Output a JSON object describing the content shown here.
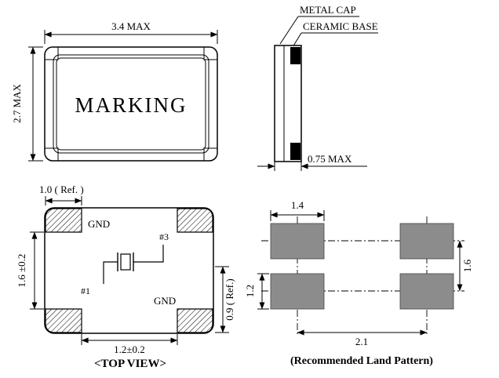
{
  "top_view_drawing": {
    "marking_label": "MARKING",
    "width_dim": "3.4 MAX",
    "height_dim": "2.7 MAX"
  },
  "side_view_drawing": {
    "metal_cap_label": "METAL CAP",
    "ceramic_base_label": "CERAMIC BASE",
    "thickness_dim": "0.75 MAX"
  },
  "pad_layout_drawing": {
    "gnd_top_label": "GND",
    "pin3_label": "#3",
    "pin1_label": "#1",
    "gnd_bottom_label": "GND",
    "pad_width_dim": "1.0 ( Ref. )",
    "pad_pitch_vertical_dim": "1.6 ±0.2",
    "pad_pitch_horizontal_dim": "1.2±0.2",
    "pad_ref_dim": "0.9 ( Ref.)",
    "caption": "<TOP VIEW>"
  },
  "land_pattern_drawing": {
    "pad_width_dim": "1.4",
    "row_pitch_dim": "1.6",
    "pad_height_dim": "1.2",
    "column_pitch_dim": "2.1",
    "caption": "(Recommended Land Pattern)"
  },
  "colors": {
    "line": "#000000",
    "background": "#ffffff",
    "land_pad_fill": "#8c8c8c"
  }
}
